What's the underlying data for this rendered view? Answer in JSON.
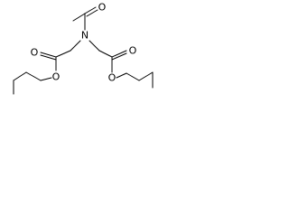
{
  "molecule": {
    "atoms": {
      "nitrogen": "N",
      "acetyl_oxygen": "O",
      "left_carbonyl_oxygen": "O",
      "left_ester_oxygen": "O",
      "right_carbonyl_oxygen": "O",
      "right_ester_oxygen": "O"
    }
  },
  "colors": {
    "bond": "#000000",
    "background": "#ffffff"
  }
}
